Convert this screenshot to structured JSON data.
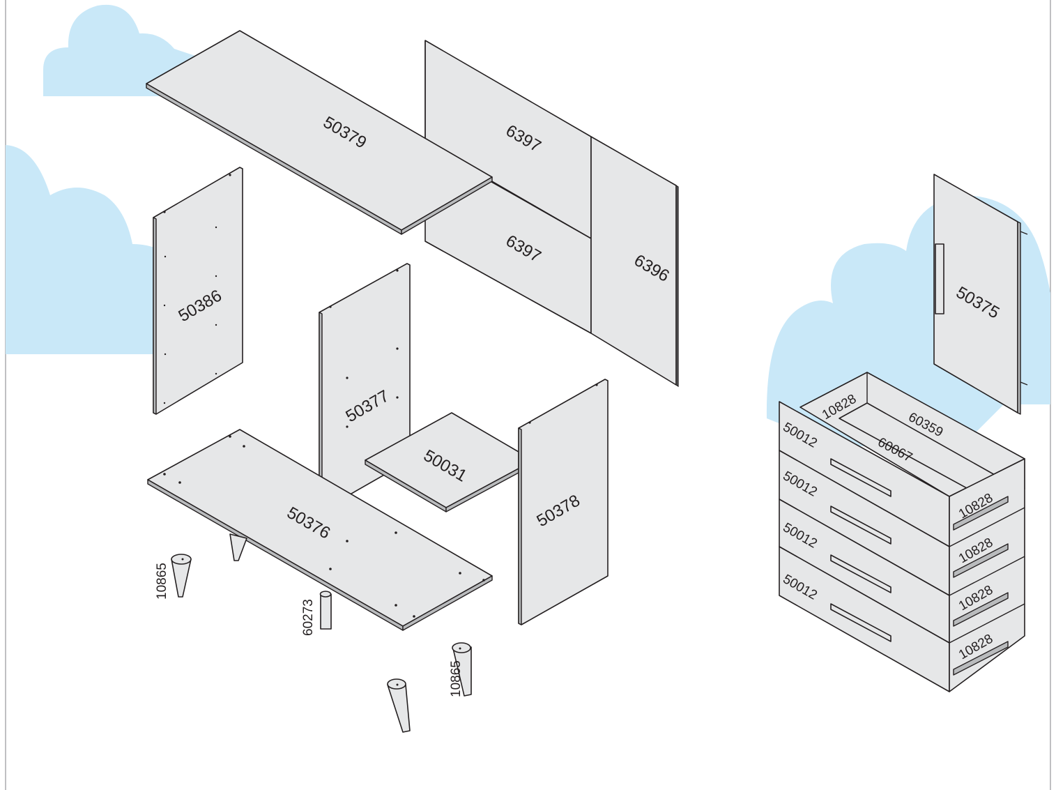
{
  "colors": {
    "panel": "#e6e7e8",
    "edge": "#b9bbbd",
    "outline": "#231f20",
    "cloud": "#c9e8f8"
  },
  "parts": {
    "top_panel": "50379",
    "back_panel_upper": "6397",
    "back_panel_lower": "6397",
    "back_panel_right": "6396",
    "left_side": "50386",
    "middle_divider": "50377",
    "shelf": "50031",
    "right_side": "50378",
    "bottom_panel": "50376",
    "leg_left": "10865",
    "center_foot": "60273",
    "leg_right": "10865",
    "door": "50375",
    "drawer_front_1": "50012",
    "drawer_front_2": "50012",
    "drawer_front_3": "50012",
    "drawer_front_4": "50012",
    "drawer_side_back": "10828",
    "drawer_back": "60359",
    "drawer_bottom": "60067",
    "runner_1": "10828",
    "runner_2": "10828",
    "runner_3": "10828",
    "runner_4": "10828"
  }
}
